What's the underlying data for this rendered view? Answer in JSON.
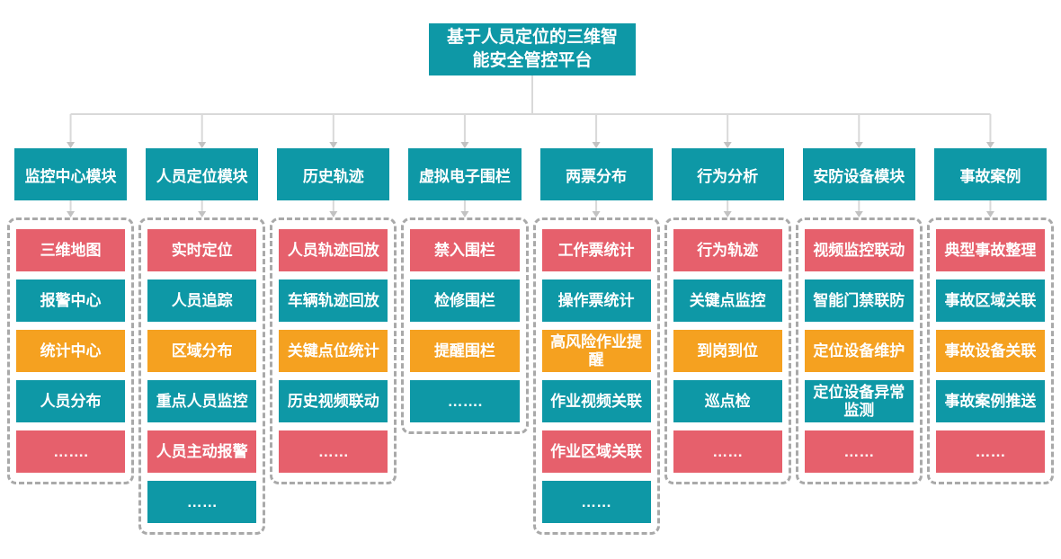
{
  "root": {
    "title": "基于人员定位的三维智能安全管控平台"
  },
  "colors": {
    "teal": "#0E98A6",
    "red": "#E6606C",
    "orange": "#F5A120",
    "line": "#D9D9D9",
    "arrow": "#C2C2C2",
    "dash": "#A9A9A9"
  },
  "modules": [
    {
      "title": "监控中心模块",
      "items": [
        {
          "label": "三维地图",
          "color": "red"
        },
        {
          "label": "报警中心",
          "color": "teal"
        },
        {
          "label": "统计中心",
          "color": "orange"
        },
        {
          "label": "人员分布",
          "color": "teal"
        },
        {
          "label": "…….",
          "color": "red"
        }
      ]
    },
    {
      "title": "人员定位模块",
      "items": [
        {
          "label": "实时定位",
          "color": "red"
        },
        {
          "label": "人员追踪",
          "color": "teal"
        },
        {
          "label": "区域分布",
          "color": "orange"
        },
        {
          "label": "重点人员监控",
          "color": "teal"
        },
        {
          "label": "人员主动报警",
          "color": "red"
        },
        {
          "label": "……",
          "color": "teal"
        }
      ]
    },
    {
      "title": "历史轨迹",
      "items": [
        {
          "label": "人员轨迹回放",
          "color": "red"
        },
        {
          "label": "车辆轨迹回放",
          "color": "teal"
        },
        {
          "label": "关键点位统计",
          "color": "orange"
        },
        {
          "label": "历史视频联动",
          "color": "teal"
        },
        {
          "label": "……",
          "color": "red"
        }
      ]
    },
    {
      "title": "虚拟电子围栏",
      "items": [
        {
          "label": "禁入围栏",
          "color": "red"
        },
        {
          "label": "检修围栏",
          "color": "teal"
        },
        {
          "label": "提醒围栏",
          "color": "orange"
        },
        {
          "label": "…….",
          "color": "teal"
        }
      ]
    },
    {
      "title": "两票分布",
      "items": [
        {
          "label": "工作票统计",
          "color": "red"
        },
        {
          "label": "操作票统计",
          "color": "teal"
        },
        {
          "label": "高风险作业提醒",
          "color": "orange"
        },
        {
          "label": "作业视频关联",
          "color": "teal"
        },
        {
          "label": "作业区域关联",
          "color": "red"
        },
        {
          "label": "……",
          "color": "teal"
        }
      ]
    },
    {
      "title": "行为分析",
      "items": [
        {
          "label": "行为轨迹",
          "color": "red"
        },
        {
          "label": "关键点监控",
          "color": "teal"
        },
        {
          "label": "到岗到位",
          "color": "orange"
        },
        {
          "label": "巡点检",
          "color": "teal"
        },
        {
          "label": "……",
          "color": "red"
        }
      ]
    },
    {
      "title": "安防设备模块",
      "items": [
        {
          "label": "视频监控联动",
          "color": "red"
        },
        {
          "label": "智能门禁联防",
          "color": "teal"
        },
        {
          "label": "定位设备维护",
          "color": "orange"
        },
        {
          "label": "定位设备异常监测",
          "color": "teal"
        },
        {
          "label": "……",
          "color": "red"
        }
      ]
    },
    {
      "title": "事故案例",
      "items": [
        {
          "label": "典型事故整理",
          "color": "red"
        },
        {
          "label": "事故区域关联",
          "color": "teal"
        },
        {
          "label": "事故设备关联",
          "color": "orange"
        },
        {
          "label": "事故案例推送",
          "color": "teal"
        },
        {
          "label": "……",
          "color": "red"
        }
      ]
    }
  ]
}
